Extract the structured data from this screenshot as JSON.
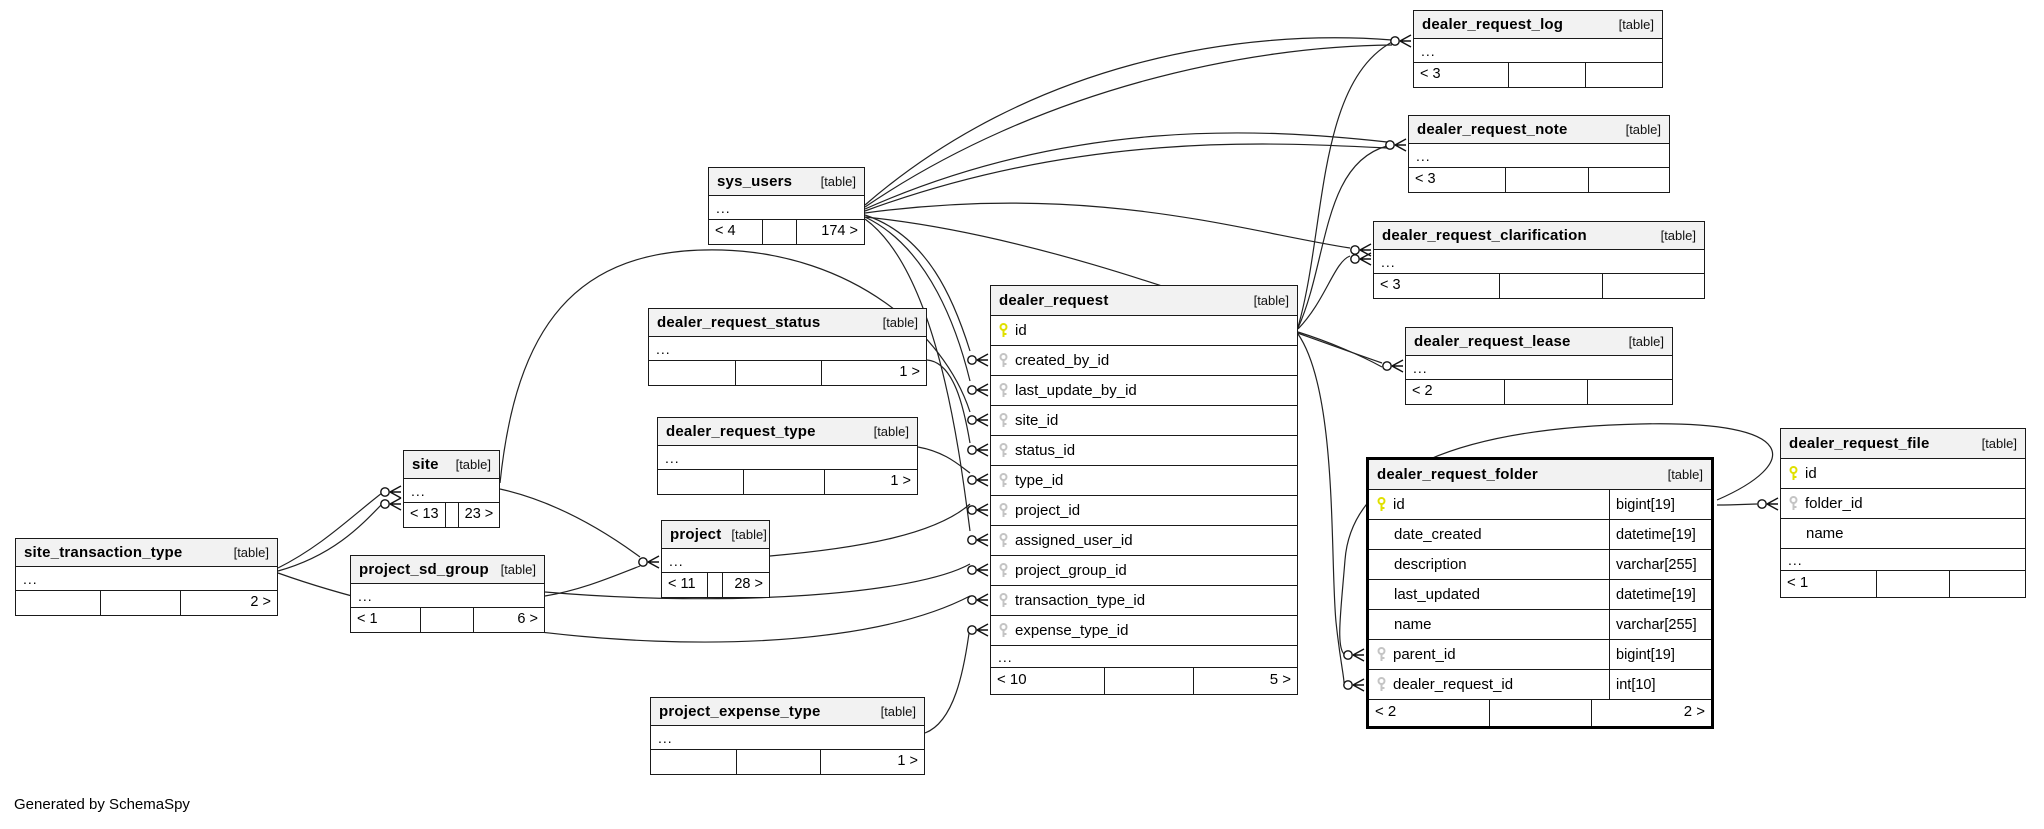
{
  "table_tag": "[table]",
  "credit": "Generated by SchemaSpy",
  "ellipsis": "...",
  "colors": {
    "pk_key": "#e0e000",
    "fk_key": "#c4c4c4",
    "header_bg": "#f2f2f2",
    "line": "#1a1a1a"
  },
  "tables": {
    "dealer_request_log": {
      "name": "dealer_request_log",
      "footer": {
        "left": "< 3",
        "mid": "",
        "right": ""
      }
    },
    "dealer_request_note": {
      "name": "dealer_request_note",
      "footer": {
        "left": "< 3",
        "mid": "",
        "right": ""
      }
    },
    "dealer_request_clarification": {
      "name": "dealer_request_clarification",
      "footer": {
        "left": "< 3",
        "mid": "",
        "right": ""
      }
    },
    "dealer_request_lease": {
      "name": "dealer_request_lease",
      "footer": {
        "left": "< 2",
        "mid": "",
        "right": ""
      }
    },
    "sys_users": {
      "name": "sys_users",
      "footer": {
        "left": "< 4",
        "mid": "",
        "right": "174 >"
      }
    },
    "dealer_request_status": {
      "name": "dealer_request_status",
      "footer": {
        "left": "",
        "mid": "",
        "right": "1 >"
      }
    },
    "dealer_request_type": {
      "name": "dealer_request_type",
      "footer": {
        "left": "",
        "mid": "",
        "right": "1 >"
      }
    },
    "dealer_request": {
      "name": "dealer_request",
      "columns": [
        {
          "name": "id",
          "key": "pk"
        },
        {
          "name": "created_by_id",
          "key": "fk"
        },
        {
          "name": "last_update_by_id",
          "key": "fk"
        },
        {
          "name": "site_id",
          "key": "fk"
        },
        {
          "name": "status_id",
          "key": "fk"
        },
        {
          "name": "type_id",
          "key": "fk"
        },
        {
          "name": "project_id",
          "key": "fk"
        },
        {
          "name": "assigned_user_id",
          "key": "fk"
        },
        {
          "name": "project_group_id",
          "key": "fk"
        },
        {
          "name": "transaction_type_id",
          "key": "fk"
        },
        {
          "name": "expense_type_id",
          "key": "fk"
        }
      ],
      "footer": {
        "left": "< 10",
        "mid": "",
        "right": "5 >"
      }
    },
    "dealer_request_folder": {
      "name": "dealer_request_folder",
      "columns": [
        {
          "name": "id",
          "type": "bigint[19]",
          "key": "pk"
        },
        {
          "name": "date_created",
          "type": "datetime[19]",
          "key": ""
        },
        {
          "name": "description",
          "type": "varchar[255]",
          "key": ""
        },
        {
          "name": "last_updated",
          "type": "datetime[19]",
          "key": ""
        },
        {
          "name": "name",
          "type": "varchar[255]",
          "key": ""
        },
        {
          "name": "parent_id",
          "type": "bigint[19]",
          "key": "fk"
        },
        {
          "name": "dealer_request_id",
          "type": "int[10]",
          "key": "fk"
        }
      ],
      "footer": {
        "left": "< 2",
        "mid": "",
        "right": "2 >"
      }
    },
    "dealer_request_file": {
      "name": "dealer_request_file",
      "columns": [
        {
          "name": "id",
          "key": "pk"
        },
        {
          "name": "folder_id",
          "key": "fk"
        },
        {
          "name": "name",
          "key": ""
        }
      ],
      "footer": {
        "left": "< 1",
        "mid": "",
        "right": ""
      }
    },
    "site": {
      "name": "site",
      "footer": {
        "left": "< 13",
        "mid": "",
        "right": "23 >"
      }
    },
    "site_transaction_type": {
      "name": "site_transaction_type",
      "footer": {
        "left": "",
        "mid": "",
        "right": "2 >"
      }
    },
    "project": {
      "name": "project",
      "footer": {
        "left": "< 11",
        "mid": "",
        "right": "28 >"
      }
    },
    "project_sd_group": {
      "name": "project_sd_group",
      "footer": {
        "left": "< 1",
        "mid": "",
        "right": "6 >"
      }
    },
    "project_expense_type": {
      "name": "project_expense_type",
      "footer": {
        "left": "",
        "mid": "",
        "right": "1 >"
      }
    }
  }
}
